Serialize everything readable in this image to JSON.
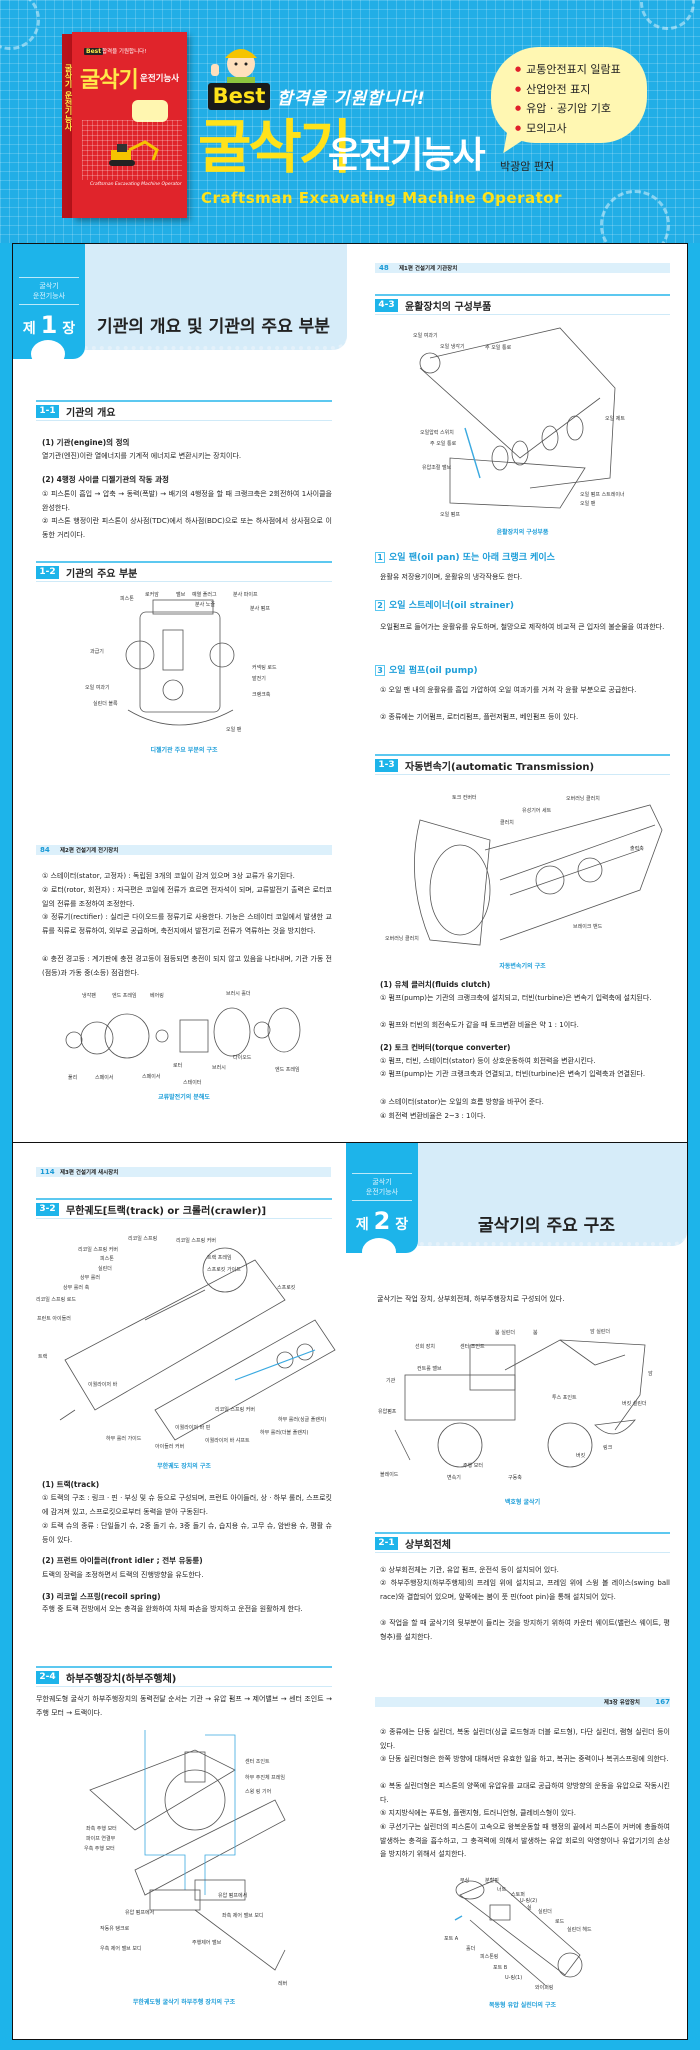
{
  "hero": {
    "badge": "Best",
    "tagline": "합격을 기원합니다!",
    "title_main": "굴삭기",
    "title_sub": "운전기능사",
    "author": "박광암 편저",
    "english": "Craftsman Excavating Machine Operator",
    "features": [
      "교통안전표지 일람표",
      "산업안전 표지",
      "유압 · 공기압 기호",
      "모의고사"
    ],
    "book": {
      "spine": "굴삭기 운전기능사",
      "badge": "Best",
      "tagline": "합격을 기원합니다!",
      "title_main": "굴삭기",
      "title_sub": "운전기능사",
      "english": "Craftsman Excavating Machine Operator"
    }
  },
  "ch1": {
    "series": "굴삭기",
    "series2": "운전기능사",
    "ch_pre": "제",
    "ch_num": "1",
    "ch_post": "장",
    "title": "기관의 개요 및 기관의 주요 부분",
    "s11": {
      "no": "1-1",
      "title": "기관의 개요"
    },
    "h1": "(1) 기관(engine)의 정의",
    "t1": "열기관(엔진)이란 열에너지를 기계적 에너지로 변환시키는 장치이다.",
    "h2": "(2) 4행정 사이클 디젤기관의 작동 과정",
    "t2": "① 피스톤이 흡입 → 압축 → 동력(폭발) → 배기의 4행정을 할 때 크랭크축은 2회전하여 1사이클을 완성한다.",
    "t3": "② 피스톤 행정이란 피스톤이 상사점(TDC)에서 하사점(BDC)으로 또는 하사점에서 상사점으로 이동한 거리이다.",
    "s12": {
      "no": "1-2",
      "title": "기관의 주요 부분"
    },
    "fig1_labels": [
      "피스톤",
      "로커암",
      "밸브",
      "예열 플러그",
      "분사 파이프",
      "분사 노즐",
      "분사 펌프",
      "과급기",
      "커넥팅 로드",
      "발전기",
      "오일 여과기",
      "크랭크축",
      "실린더 블록",
      "오일 팬"
    ],
    "fig1_caption": "디젤기관 주요 부분의 구조"
  },
  "p84": {
    "page": "84",
    "running": "제2편 건설기계 전기장치",
    "items": [
      "① 스테이터(stator, 고정자) : 독립된 3개의 코일이 감겨 있으며 3상 교류가 유기된다.",
      "② 로터(rotor, 회전자) : 자극편은 코일에 전류가 흐르면 전자석이 되며, 교류발전기 출력은 로터코일의 전류를 조정하여 조정한다.",
      "③ 정류기(rectifier) : 실리콘 다이오드를 정류기로 사용한다. 기능은 스테이터 코일에서 발생한 교류를 직류로 정류하여, 외부로 공급하며, 축전지에서 발전기로 전류가 역류하는 것을 방지한다.",
      "④ 충전 경고등 : 계기판에 충전 경고등이 점등되면 충전이 되지 않고 있음을 나타내며, 기관 가동 전(점등)과 가동 중(소등) 점검한다."
    ],
    "fig_labels": [
      "냉각팬",
      "엔드 프레임",
      "베어링",
      "브러시 홀더",
      "다이오드",
      "로터",
      "브러시",
      "엔드 프레임",
      "풀리",
      "스페이서",
      "스페이서",
      "스테이터"
    ],
    "fig_caption": "교류발전기의 분해도"
  },
  "p48": {
    "page": "48",
    "running": "제1편 건설기계 기관장치",
    "s43": {
      "no": "4-3",
      "title": "윤활장치의 구성부품"
    },
    "fig_labels": [
      "오일 여과기",
      "오일 냉각기",
      "주 오일 통로",
      "오일 제트",
      "오일압력 스위치",
      "주 오일 통로",
      "유압조절 밸브",
      "오일 펌프 스트레이너",
      "오일 팬",
      "오일 펌프"
    ],
    "fig_caption": "윤활장치의 구성부품",
    "sub1": {
      "n": "1",
      "t": "오일 팬(oil pan) 또는 아래 크랭크 케이스"
    },
    "sub1_text": "윤활유 저장용기이며, 윤활유의 냉각작용도 한다.",
    "sub2": {
      "n": "2",
      "t": "오일 스트레이너(oil strainer)"
    },
    "sub2_text": "오일펌프로 들어가는 윤활유를 유도하며, 철망으로 제작하여 비교적 큰 입자의 불순물을 여과한다.",
    "sub3": {
      "n": "3",
      "t": "오일 펌프(oil pump)"
    },
    "sub3_items": [
      "① 오일 팬 내의 윤활유를 흡입 가압하여 오일 여과기를 거쳐 각 윤활 부분으로 공급한다.",
      "② 종류에는 기어펌프, 로터리펌프, 플런저펌프, 베인펌프 등이 있다."
    ],
    "s13": {
      "no": "1-3",
      "title": "자동변속기(automatic Transmission)"
    },
    "fig2_labels": [
      "토크 컨버터",
      "오버러닝 클러치",
      "유성기어 세트",
      "클러치",
      "출력축",
      "브레이크 밴드",
      "오버러닝 클러치"
    ],
    "fig2_caption": "자동변속기의 구조",
    "h1": "(1) 유체 클러치(fluids clutch)",
    "h1_items": [
      "① 펌프(pump)는 기관의 크랭크축에 설치되고, 터빈(turbine)은 변속기 입력축에 설치된다.",
      "② 펌프와 터빈의 회전속도가 같을 때 토크변환 비율은 약 1 : 1이다."
    ],
    "h2": "(2) 토크 컨버터(torque converter)",
    "h2_items": [
      "① 펌프, 터빈, 스테이터(stator) 등이 상호운동하여 회전력을 변환시킨다.",
      "② 펌프(pump)는 기관 크랭크축과 연결되고, 터빈(turbine)은 변속기 입력축과 연결된다.",
      "③ 스테이터(stator)는 오일의 흐름 방향을 바꾸어 준다.",
      "④ 회전력 변환비율은 2~3 : 1이다."
    ]
  },
  "p114": {
    "page": "114",
    "running": "제3편 건설기계 새시장치",
    "s32": {
      "no": "3-2",
      "title": "무한궤도[트랙(track) or 크롤러(crawler)]"
    },
    "fig_labels": [
      "리코일 스프링",
      "리코일 스프링 커버",
      "리코일 스프링 커버",
      "피스톤",
      "트랙 프레임",
      "실린더",
      "스프로킷 가이드",
      "상부 롤러",
      "상부 롤러 축",
      "스프로킷",
      "리코일 스프링 로드",
      "프런트 아이들러",
      "트랙",
      "이퀄라이저 바",
      "리코일 스프링 커버",
      "하부 롤러(싱글 플랜지)",
      "이퀄라이저 바 핀",
      "하부 롤러(더블 플랜지)",
      "하부 롤러 가이드",
      "이퀄라이저 바 샤프트",
      "아이들러 커버"
    ],
    "fig_caption": "무한궤도 장치의 구조",
    "h1": "(1) 트랙(track)",
    "h1_items": [
      "① 트랙의 구조 : 링크 · 핀 · 부싱 및 슈 등으로 구성되며, 프런트 아이들러, 상 · 하부 롤러, 스프로킷에 감겨져 있고, 스프로킷으로부터 동력을 받아 구동된다.",
      "② 트랙 슈의 종류 : 단일돌기 슈, 2중 돌기 슈, 3중 돌기 슈, 습지용 슈, 고무 슈, 암반용 슈, 평활 슈 등이 있다."
    ],
    "h2": "(2) 프런트 아이들러(front idler ; 전부 유동륜)",
    "h2_text": "트랙의 장력을 조정하면서 트랙의 진행방향을 유도한다.",
    "h3": "(3) 리코일 스프링(recoil spring)",
    "h3_text": "주행 중 트랙 전방에서 오는 충격을 완화하여 차체 파손을 방지하고 운전을 원활하게 한다.",
    "s24": {
      "no": "2-4",
      "title": "하부주행장치(하부주행체)"
    },
    "s24_text": "무한궤도형 굴삭기 하부주행장치의 동력전달 순서는 기관 → 유압 펌프 → 제어밸브 → 센터 조인트 → 주행 모터 → 트랙이다.",
    "fig2_labels": [
      "센터 조인트",
      "하부 주진체 프레임",
      "스윙 링 기어",
      "좌측 주행 모터",
      "파이프 연결부",
      "우측 주행 모터",
      "유압 펌프에서",
      "유압 펌프에서",
      "좌측 제어 밸브 보디",
      "작동유 탱크로",
      "우측 제어 밸브 보디",
      "주행제어 밸브",
      "레버"
    ],
    "fig2_caption": "무한궤도형 굴삭기 하부주행 장치의 구조"
  },
  "ch2": {
    "series": "굴삭기",
    "series2": "운전기능사",
    "ch_pre": "제",
    "ch_num": "2",
    "ch_post": "장",
    "title": "굴삭기의 주요 구조",
    "intro": "굴삭기는 작업 장치, 상부회전체, 하부주행장치로 구성되어 있다.",
    "fig_labels": [
      "붐 실린더",
      "붐",
      "암 실린더",
      "선회 장치",
      "센터 조인트",
      "컨트롤 밸브",
      "암",
      "기관",
      "유압펌프",
      "투스 포인트",
      "버킷 실린더",
      "링크",
      "버킷",
      "주행 모터",
      "블레이드",
      "변속기",
      "구동축"
    ],
    "fig_caption": "백호형 굴삭기",
    "s21": {
      "no": "2-1",
      "title": "상부회전체"
    },
    "items": [
      "① 상부회전체는 기관, 유압 펌프, 운전석 등이 설치되어 있다.",
      "② 하부주행장치(하부주행체)의 프레임 위에 설치되고, 프레임 위에 스윙 볼 레이스(swing ball race)와 결합되어 있으며, 앞쪽에는 붐이 풋 핀(foot pin)을 통해 설치되어 있다.",
      "③ 작업을 할 때 굴삭기의 뒷부분이 들리는 것을 방지하기 위하여 카운터 웨이트(밸런스 웨이트, 평형추)를 설치한다."
    ]
  },
  "p167": {
    "page": "167",
    "running": "제3장 유압장치",
    "items": [
      "② 종류에는 단동 실린더, 복동 실린더(싱글 로드형과 더블 로드형), 다단 실린더, 램형 실린더 등이 있다.",
      "③ 단동 실린더형은 한쪽 방향에 대해서만 유효한 일을 하고, 복귀는 중력이나 복귀스프링에 의한다.",
      "④ 복동 실린더형은 피스톤의 양쪽에 유압유를 교대로 공급하여 양방향의 운동을 유압으로 작동시킨다.",
      "⑤ 지지방식에는 푸트형, 플랜지형, 트러니언형, 클레비스형이 있다.",
      "⑥ 쿠션기구는 실린더의 피스톤이 고속으로 왕복운동할 때 행정의 끝에서 피스톤이 커버에 충돌하여 발생하는 충격을 흡수하고, 그 충격력에 의해서 발생하는 유압 회로의 악영향이나 유압기기의 손상을 방지하기 위해서 설치한다."
    ],
    "fig_labels": [
      "부싱",
      "분할핀",
      "너트",
      "스토퍼",
      "U-링(2)",
      "실",
      "실린더",
      "로드",
      "실린더 헤드",
      "포트 A",
      "홀더",
      "피스톤링",
      "포트 B",
      "U-링(1)",
      "와이퍼링"
    ],
    "fig_caption": "복동형 유압 실린더의 구조"
  }
}
